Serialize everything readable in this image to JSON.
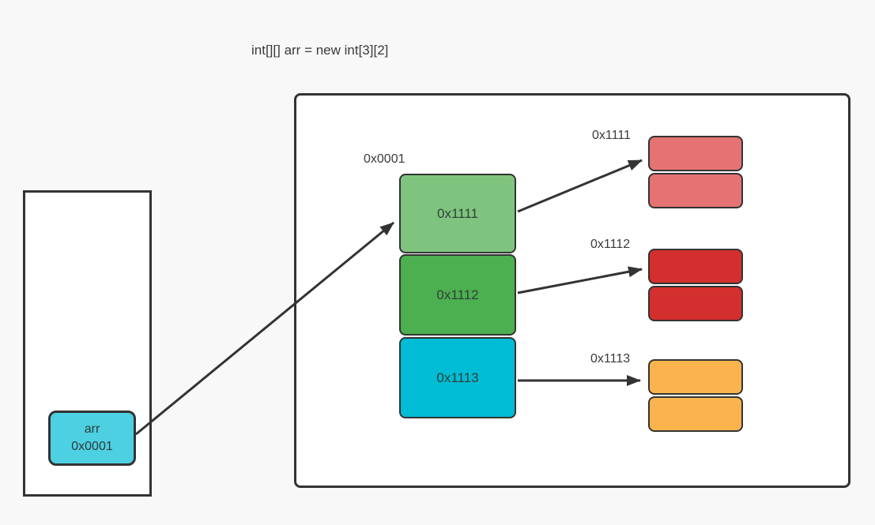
{
  "title": "int[][] arr = new int[3][2]",
  "colors": {
    "line": "#333333",
    "arr_box": "#4DD0E1",
    "ref_0x1111": "#7EC47E",
    "ref_0x1112": "#4CAF50",
    "ref_0x1113": "#00BCD4",
    "cells_0x1111": "#E57373",
    "cells_0x1112": "#D32F2F",
    "cells_0x1113": "#FBB44D"
  },
  "stack": {
    "variable": {
      "name": "arr",
      "value": "0x0001"
    }
  },
  "heap": {
    "outer_array": {
      "label": "0x0001",
      "elements": [
        {
          "text": "0x1111"
        },
        {
          "text": "0x1112"
        },
        {
          "text": "0x1113"
        }
      ]
    },
    "inner_arrays": [
      {
        "label": "0x1111",
        "cell_count": 2
      },
      {
        "label": "0x1112",
        "cell_count": 2
      },
      {
        "label": "0x1113",
        "cell_count": 2
      }
    ]
  }
}
